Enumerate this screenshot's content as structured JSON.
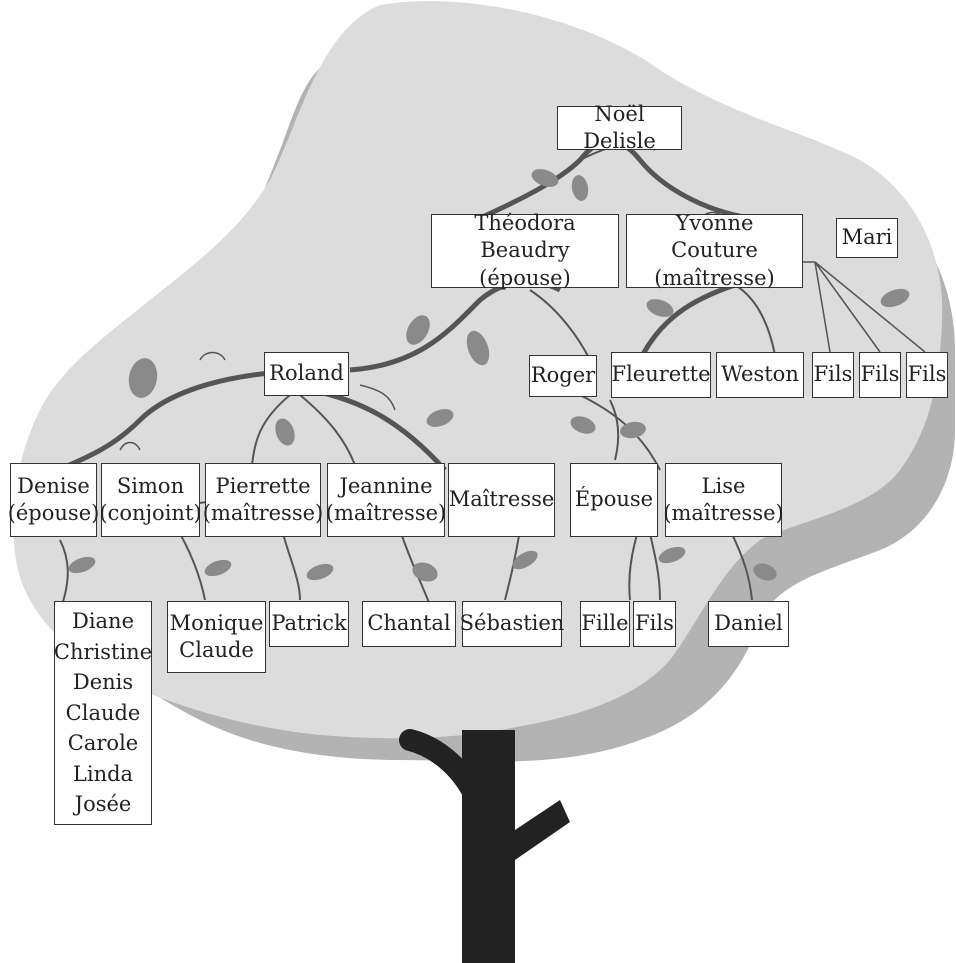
{
  "colors": {
    "canopy_front": "#dcdcdc",
    "canopy_back": "#b3b3b3",
    "trunk": "#222222",
    "branch": "#555555",
    "leaf": "#8a8a8a",
    "box_border": "#333333"
  },
  "tree": {
    "root": "Noël Delisle",
    "theodora": "Théodora Beaudry\n(épouse)",
    "yvonne": "Yvonne Couture\n(maîtresse)",
    "mari": "Mari",
    "roland": "Roland",
    "roger": "Roger",
    "fleurette": "Fleurette",
    "weston": "Weston",
    "fils_1": "Fils",
    "fils_2": "Fils",
    "fils_3": "Fils",
    "denise": "Denise\n(épouse)",
    "simon": "Simon\n(conjoint)",
    "pierrette": "Pierrette\n(maîtresse)",
    "jeannine": "Jeannine\n(maîtresse)",
    "maitresse": "Maîtresse",
    "epouse": "Épouse",
    "lise": "Lise\n(maîtresse)",
    "denise_children": "Diane\nChristine\nDenis\nClaude\nCarole\nLinda\nJosée",
    "monique_claude": "Monique\nClaude",
    "patrick": "Patrick",
    "chantal": "Chantal",
    "sebastien": "Sébastien",
    "fille": "Fille",
    "fils_roger": "Fils",
    "daniel": "Daniel"
  }
}
